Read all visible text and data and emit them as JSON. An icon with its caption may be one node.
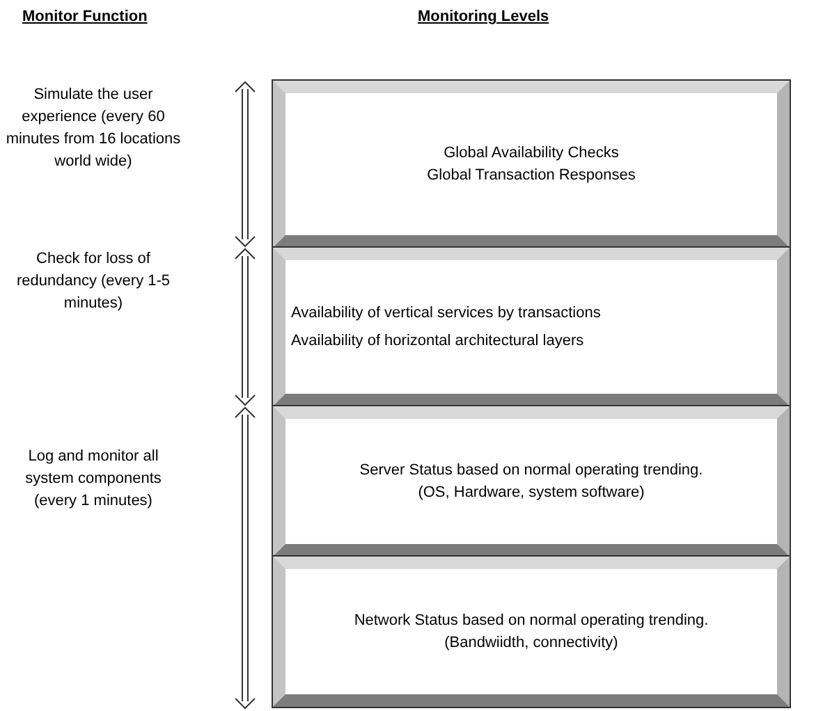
{
  "diagram": {
    "nodes": [
      {
        "text": [
          "Global Availability Checks",
          "Global Transaction Responses"
        ]
      },
      {
        "text": [
          "Availability of vertical services by transactions",
          "Availability of horizontal architectural layers"
        ]
      },
      {
        "text": [
          "Server Status based on normal operating trending.",
          "(OS, Hardware, system software)"
        ]
      },
      {
        "text": [
          "Network Status based on normal operating trending.",
          "(Bandwiidth, connectivity)"
        ]
      }
    ],
    "edges": [],
    "labels": [
      "Monitor Function",
      "Monitoring Levels",
      "Simulate the user experience (every 60 minutes from 16 locations world wide)",
      "Check for loss of redundancy (every 1-5 minutes)",
      "Log and monitor all system components (every 1 minutes)"
    ]
  }
}
